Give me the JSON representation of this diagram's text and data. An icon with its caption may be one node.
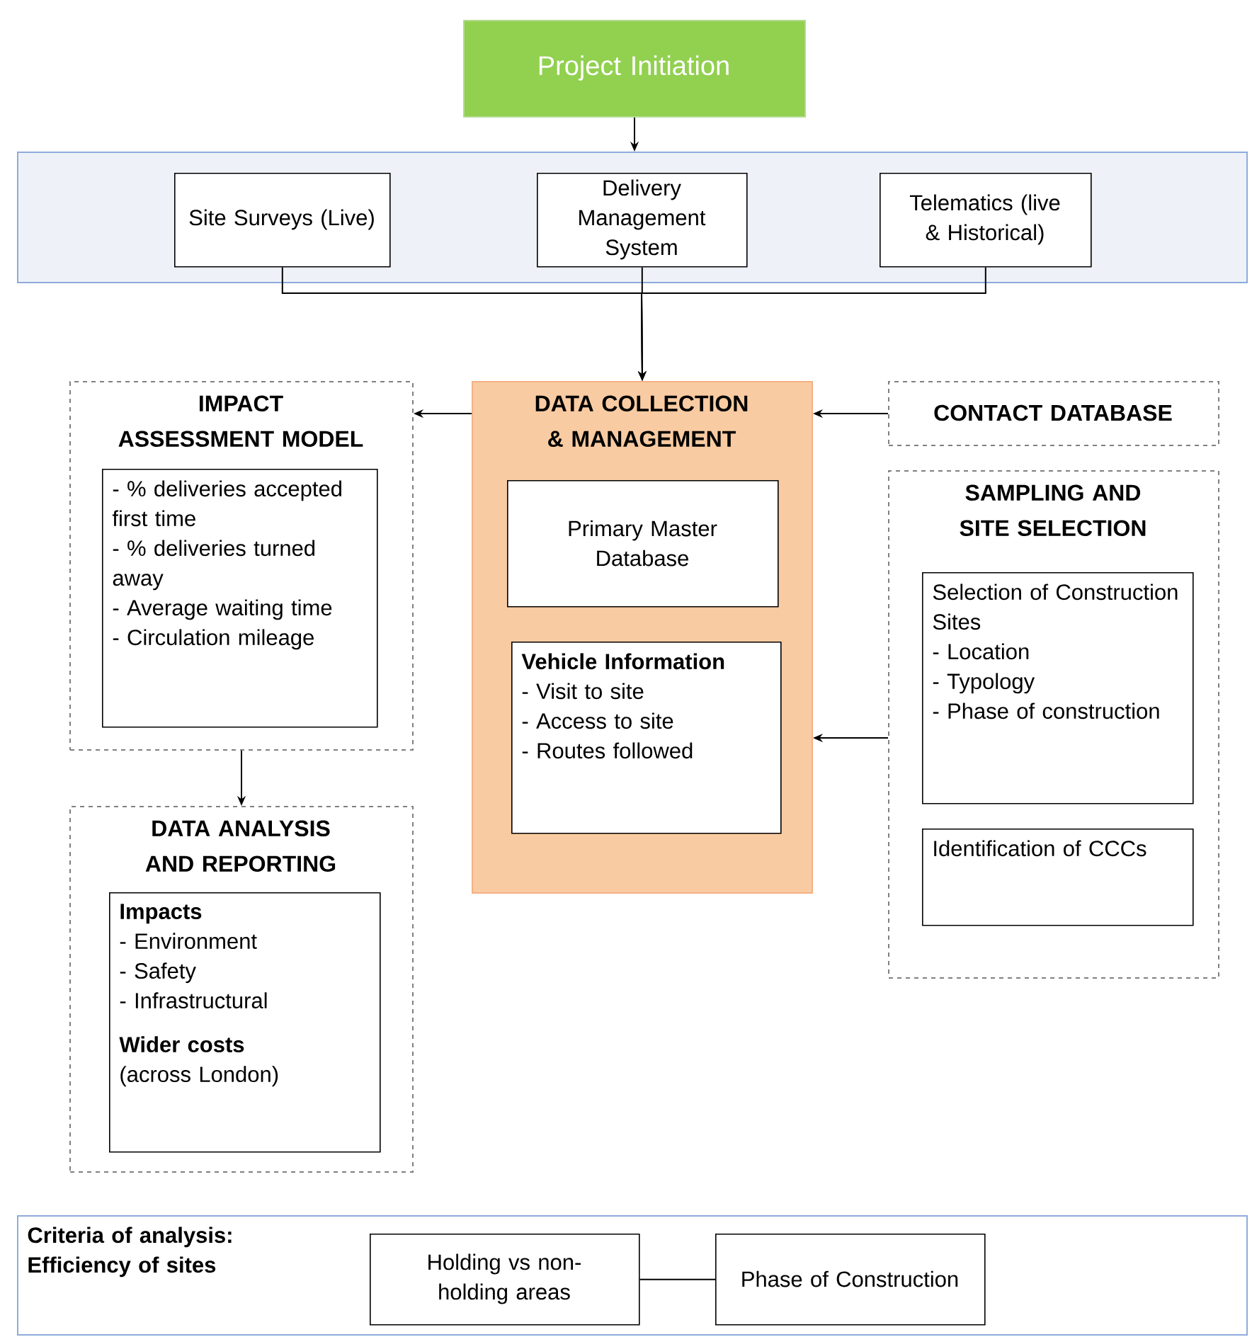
{
  "diagram": {
    "nodes": [
      {
        "text": [
          "Project Initiation"
        ]
      },
      {
        "text": [],
        "shape": "box"
      },
      {
        "text": [
          "Site Surveys (Live)"
        ],
        "in": 1
      },
      {
        "text": [
          "Delivery Management System"
        ],
        "in": 1
      },
      {
        "text": [
          "Telematics (live & Historical)"
        ],
        "in": 1
      },
      {
        "text": [
          "DATA COLLECTION & MANAGEMENT"
        ]
      },
      {
        "text": [
          "Primary Master Database"
        ],
        "in": 5
      },
      {
        "text": [
          "Vehicle Information",
          "- Visit to site",
          "- Access to site",
          "- Routes followed"
        ],
        "in": 5
      },
      {
        "text": [
          "IMPACT ASSESSMENT MODEL"
        ]
      },
      {
        "text": [
          "- % deliveries accepted first time",
          "- % deliveries turned away",
          "- Average waiting time",
          "- Circulation mileage"
        ],
        "in": 8
      },
      {
        "text": [
          "DATA ANALYSIS AND REPORTING"
        ]
      },
      {
        "text": [
          "Impacts",
          "- Environment",
          "- Safety",
          "- Infrastructural",
          "Wider costs",
          "(across London)"
        ],
        "in": 10
      },
      {
        "text": [
          "CONTACT DATABASE"
        ]
      },
      {
        "text": [
          "SAMPLING AND SITE SELECTION"
        ]
      },
      {
        "text": [
          "Selection of Construction Sites",
          "- Location",
          "- Typology",
          "- Phase of construction"
        ],
        "in": 13
      },
      {
        "text": [
          "Identification of CCCs"
        ],
        "in": 13
      },
      {
        "text": [
          "Criteria of analysis: Efficiency of sites"
        ]
      },
      {
        "text": [
          "Holding vs non-holding areas"
        ],
        "in": 16
      },
      {
        "text": [
          "Phase of Construction"
        ],
        "in": 16
      }
    ],
    "edges": [
      {
        "from": 0,
        "to": 1,
        "arrow": "to"
      },
      {
        "from": 2,
        "to": 5,
        "arrow": "to"
      },
      {
        "from": 3,
        "to": 5,
        "arrow": "to"
      },
      {
        "from": 4,
        "to": 5,
        "arrow": "to"
      },
      {
        "from": 5,
        "to": 8,
        "arrow": "to"
      },
      {
        "from": 12,
        "to": 5,
        "arrow": "to"
      },
      {
        "from": 13,
        "to": 5,
        "arrow": "to"
      },
      {
        "from": 8,
        "to": 10,
        "arrow": "to"
      },
      {
        "from": 17,
        "to": 18,
        "arrow": "none"
      }
    ]
  }
}
